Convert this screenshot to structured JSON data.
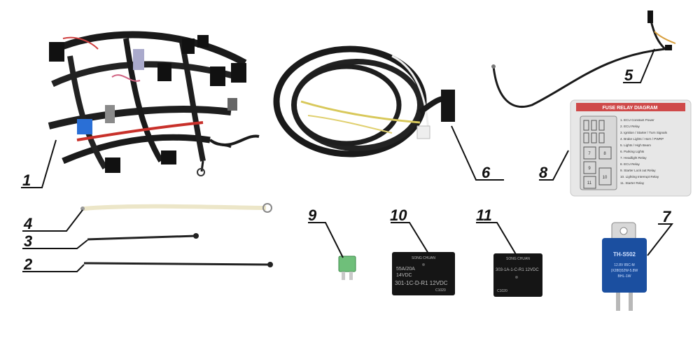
{
  "callouts": [
    "1",
    "2",
    "3",
    "4",
    "5",
    "6",
    "7",
    "8",
    "9",
    "10",
    "11"
  ],
  "diagram": {
    "title": "FUSE RELAY DIAGRAM",
    "legend": [
      "1. ECU Constant Power",
      "2. ECU Relay",
      "3. Ignition / Starter / Turn Signals",
      "4. Brake Lights / Horn / PWRP",
      "5. Lights / High Beam",
      "6. Parking Lights",
      "7. Headlight Relay",
      "8. ECU Relay",
      "9. Starter Lock out Relay",
      "10. Lighting Interrupt Relay",
      "11. Starter Relay"
    ],
    "slots": [
      "7",
      "8",
      "9",
      "10",
      "11"
    ]
  },
  "relay10": {
    "brand": "SONG CHUAN",
    "line1": "55A/20A",
    "line2": "14VDC",
    "line3": "301-1C-D-R1  12VDC",
    "line4": "C1020"
  },
  "relay11": {
    "brand": "SONG CHUAN",
    "line1": "303-1A-1-C-R1  12VDC",
    "line2": "C1020"
  },
  "flasher": {
    "model": "TH-S502",
    "line1": "12.8V 85C-M",
    "line2": "(X280)52W-5.8W",
    "line3": "BHL-1W"
  }
}
